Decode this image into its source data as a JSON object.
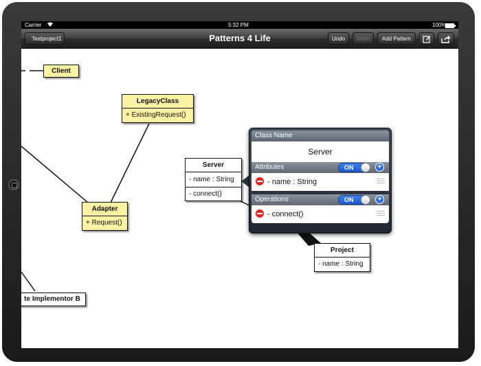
{
  "status": {
    "carrier": "Carrier",
    "time": "5:32 PM",
    "battery": "100%"
  },
  "nav": {
    "back_label": "Testproject1",
    "title": "Patterns 4 Life",
    "undo": "Undo",
    "redo": "Redo",
    "add_pattern": "Add Pattern",
    "icons": [
      "edit-icon",
      "share-icon"
    ]
  },
  "diagram": {
    "client": {
      "name": "Client"
    },
    "legacy": {
      "name": "LegacyClass",
      "method": "+ ExistingRequest()"
    },
    "adapter": {
      "name": "Adapter",
      "method": "+ Request()"
    },
    "server": {
      "name": "Server",
      "attribute": "- name : String",
      "operation": "- connect()"
    },
    "project": {
      "name": "Project",
      "attribute": "- name : String"
    },
    "implementor": {
      "name": "te Implementor B"
    }
  },
  "popover": {
    "class_name_header": "Class Name",
    "class_name_value": "Server",
    "attributes_header": "Attributes",
    "attributes_toggle": "ON",
    "attribute_item": "- name : String",
    "operations_header": "Operations",
    "operations_toggle": "ON",
    "operation_item": "- connect()"
  },
  "colors": {
    "uml_yellow": "#fbf2a4",
    "toggle_blue": "#2d6de0",
    "delete_red": "#d8282a"
  }
}
